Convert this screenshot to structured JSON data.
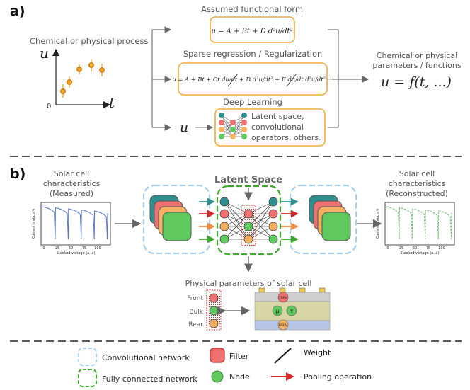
{
  "panel_a": {
    "label": "a)",
    "process_title": "Chemical or physical process",
    "axis_y": "u",
    "axis_x": "t",
    "origin": "0",
    "methods": [
      {
        "title": "Assumed functional form",
        "equation": "u = A + Bt + D d²u/dt²"
      },
      {
        "title": "Sparse regression / Regularization",
        "equation": "u = A + Bt + Ct du/dt + D d²u/dt² + E du/dt d²u/dt² ···"
      },
      {
        "title": "Deep Learning",
        "input": "u",
        "description": [
          "Latent space,",
          "convolutional",
          "operators, others."
        ]
      }
    ],
    "output_title": [
      "Chemical or physical",
      "parameters / functions"
    ],
    "output_equation": "u = f(t, ...)"
  },
  "panel_b": {
    "label": "b)",
    "latent_title": "Latent Space",
    "input_title": [
      "Solar cell",
      "characteristics",
      "(Measured)"
    ],
    "output_title": [
      "Solar cell",
      "characteristics",
      "(Reconstructed)"
    ],
    "plot": {
      "ylabel": "Current (mA/cm²)",
      "xlabel": "Stacked voltage (a.u.)",
      "xticks": [
        "0",
        "25",
        "50",
        "75",
        "100"
      ]
    },
    "params_title": "Physical parameters of solar cell",
    "param_rows": [
      "Front",
      "Bulk",
      "Rear"
    ],
    "device_labels": {
      "front": "FSRV",
      "bulk_left": "μ",
      "bulk_right": "τ",
      "rear": "RSRV"
    }
  },
  "legend": {
    "conv": "Convolutional network",
    "fc": "Fully connected network",
    "filter": "Filter",
    "node": "Node",
    "weight": "Weight",
    "pooling": "Pooling operation"
  },
  "colors": {
    "conv_blue": "#a6cfef",
    "fc_green": "#3ea82c",
    "orange_box": "#f2a93b",
    "node_teal": "#2f8f8e",
    "node_red": "#f07070",
    "node_orange": "#f6b062",
    "node_green": "#5fc85f",
    "plot_blue": "#5a78c8",
    "plot_green": "#6fbf6f",
    "arrow_red": "#d62828"
  }
}
